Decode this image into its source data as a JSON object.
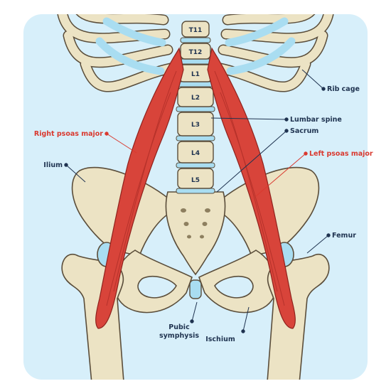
{
  "colors": {
    "background_panel": "#d7effa",
    "bone": "#ece3c4",
    "bone_outline": "#5a4d3a",
    "cartilage": "#a9ddf1",
    "muscle": "#d8443a",
    "muscle_dark": "#a82a24",
    "label_dark": "#1f3350",
    "label_red": "#d9392f"
  },
  "vertebrae": [
    "T11",
    "T12",
    "L1",
    "L2",
    "L3",
    "L4",
    "L5"
  ],
  "labels": {
    "rib_cage": "Rib cage",
    "lumbar_spine": "Lumbar spine",
    "sacrum": "Sacrum",
    "left_psoas_major": "Left psoas major",
    "right_psoas_major": "Right psoas major",
    "ilium": "Ilium",
    "femur": "Femur",
    "pubic_symphysis_line1": "Pubic",
    "pubic_symphysis_line2": "symphysis",
    "ischium": "Ischium"
  }
}
